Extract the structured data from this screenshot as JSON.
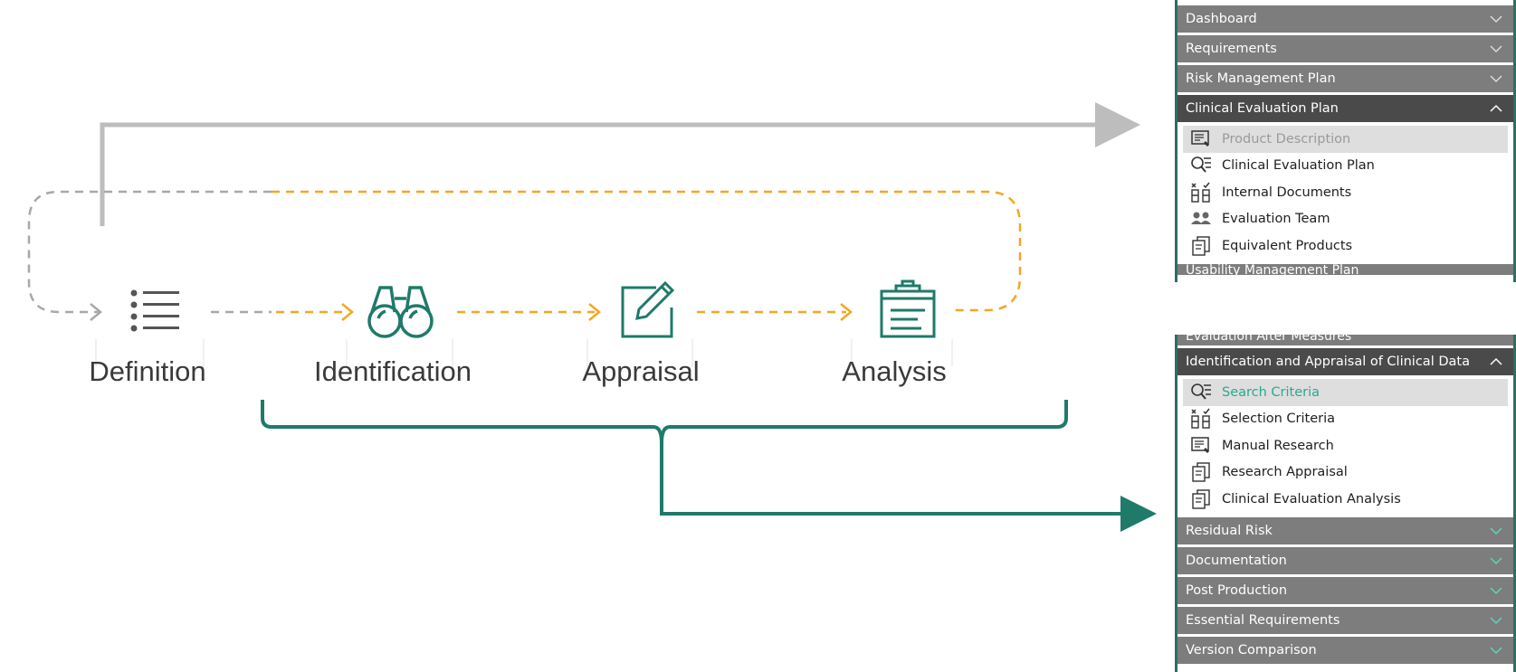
{
  "steps": [
    {
      "label": "Definition",
      "icon": "list-icon"
    },
    {
      "label": "Identification",
      "icon": "binoculars-icon"
    },
    {
      "label": "Appraisal",
      "icon": "edit-icon"
    },
    {
      "label": "Analysis",
      "icon": "clipboard-icon"
    }
  ],
  "colors": {
    "teal": "#1f7a6a",
    "orange": "#f5a623",
    "gray": "#bdbdbd",
    "header": "#7d7d7d",
    "header_open": "#4a4a4a"
  },
  "panel_top": {
    "sections_before": [
      "Dashboard",
      "Requirements",
      "Risk Management Plan"
    ],
    "open_section": "Clinical Evaluation Plan",
    "items": [
      {
        "label": "Product Description",
        "icon": "document-icon",
        "selected": true
      },
      {
        "label": "Clinical Evaluation Plan",
        "icon": "search-list-icon"
      },
      {
        "label": "Internal Documents",
        "icon": "checklist-icon"
      },
      {
        "label": "Evaluation Team",
        "icon": "people-icon"
      },
      {
        "label": "Equivalent Products",
        "icon": "pages-icon"
      }
    ],
    "cut_section": "Usability Management Plan"
  },
  "panel_bottom": {
    "cut_section": "Evaluation After Measures",
    "open_section": "Identification and Appraisal of Clinical Data",
    "items": [
      {
        "label": "Search Criteria",
        "icon": "search-list-icon",
        "selected": true
      },
      {
        "label": "Selection Criteria",
        "icon": "checklist-icon"
      },
      {
        "label": "Manual Research",
        "icon": "document-icon"
      },
      {
        "label": "Research Appraisal",
        "icon": "pages-icon"
      },
      {
        "label": "Clinical Evaluation Analysis",
        "icon": "pages-icon"
      }
    ],
    "sections_after": [
      "Residual Risk",
      "Documentation",
      "Post Production",
      "Essential Requirements",
      "Version Comparison"
    ]
  }
}
